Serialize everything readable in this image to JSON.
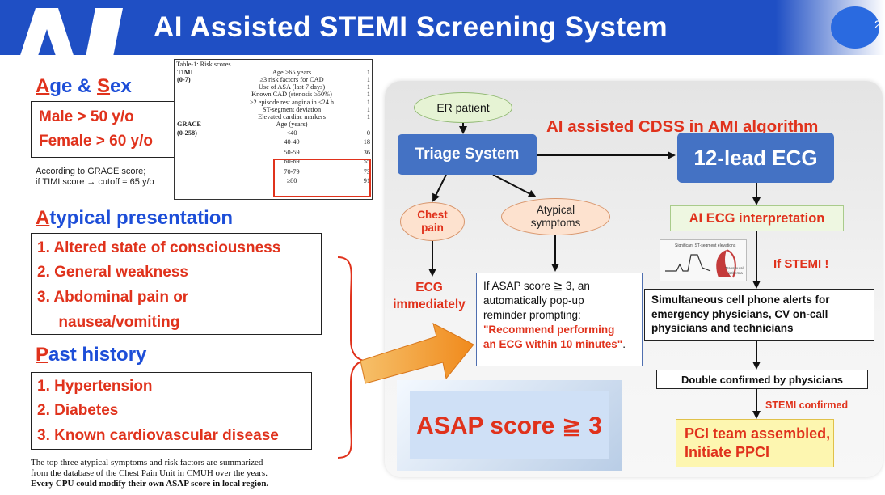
{
  "header": {
    "title": "AI Assisted STEMI Screening System",
    "slide_number": "2"
  },
  "age_sex": {
    "heading_first_a": "A",
    "heading_rest_a": "ge & ",
    "heading_first_b": "S",
    "heading_rest_b": "ex",
    "items": [
      "Male > 50 y/o",
      "Female > 60 y/o"
    ],
    "note_line1": "According to GRACE score;",
    "note_line2": "if TIMI score → cutoff = 65 y/o"
  },
  "risk_table": {
    "caption": "Table-1: Risk scores.",
    "rows": [
      {
        "c1": "TIMI",
        "c2": "Age ≥65 years",
        "c3": "1"
      },
      {
        "c1": "(0-7)",
        "c2": "≥3 risk factors for CAD",
        "c3": "1"
      },
      {
        "c1": "",
        "c2": "Use of ASA (last 7 days)",
        "c3": "1"
      },
      {
        "c1": "",
        "c2": "Known CAD (stenosis ≥50%)",
        "c3": "1"
      },
      {
        "c1": "",
        "c2": "≥2 episode rest angina in <24 h",
        "c3": "1"
      },
      {
        "c1": "",
        "c2": "ST-segment deviation",
        "c3": "1"
      },
      {
        "c1": "",
        "c2": "Elevated cardiac markers",
        "c3": "1"
      },
      {
        "c1": "GRACE",
        "c2": "Age (years)",
        "c3": ""
      },
      {
        "c1": "(0-258)",
        "c2": "<40",
        "c3": "0"
      },
      {
        "c1": "",
        "c2": "40-49",
        "c3": "18"
      },
      {
        "c1": "",
        "c2": "50-59",
        "c3": "36"
      },
      {
        "c1": "",
        "c2": "60-69",
        "c3": "55"
      },
      {
        "c1": "",
        "c2": "70-79",
        "c3": "73"
      },
      {
        "c1": "",
        "c2": "≥80",
        "c3": "91"
      }
    ]
  },
  "atypical": {
    "heading_first": "A",
    "heading_rest": "typical presentation",
    "items": [
      "1.  Altered state of consciousness",
      "2.  General weakness",
      "3.  Abdominal pain or",
      "     nausea/vomiting"
    ]
  },
  "past_history": {
    "heading_first": "P",
    "heading_rest": "ast history",
    "items": [
      "1.  Hypertension",
      "2.  Diabetes",
      "3.  Known cardiovascular disease"
    ]
  },
  "footnote": {
    "line1": "The top three atypical symptoms and risk factors are summarized",
    "line2": "from the database of the Chest Pain Unit in CMUH over the years.",
    "line3": "Every CPU could modify their own ASAP score in local region."
  },
  "flow": {
    "title": "AI assisted CDSS in AMI algorithm",
    "er_patient": "ER patient",
    "triage": "Triage System",
    "ecg12": "12-lead ECG",
    "chest_pain_1": "Chest",
    "chest_pain_2": "pain",
    "atypical_1": "Atypical",
    "atypical_2": "symptoms",
    "ecg_now_1": "ECG",
    "ecg_now_2": "immediately",
    "popup_1": "If ASAP score ≧ 3, an",
    "popup_2": "automatically pop-up",
    "popup_3": "reminder prompting:",
    "popup_4": "\"Recommend performing",
    "popup_5": "an ECG within 10 minutes\"",
    "popup_6": ".",
    "ai_interp": "AI ECG interpretation",
    "thumb_label_1": "Significant ST-segment elevations",
    "thumb_label_2": "Transmural",
    "thumb_label_3": "ischemia",
    "if_stemi": "If STEMI !",
    "alerts_1": "Simultaneous cell phone alerts for",
    "alerts_2": "emergency physicians, CV on-call",
    "alerts_3": "physicians and technicians",
    "double": "Double confirmed by physicians",
    "stemi_confirmed": "STEMI confirmed",
    "pci_1": "PCI team assembled,",
    "pci_2": "Initiate PPCI",
    "asap": "ASAP score ≧ 3"
  },
  "colors": {
    "banner": "#1f4fc4",
    "accent_red": "#e0321c",
    "heading_blue": "#1d4ed8",
    "box_blue": "#4472c4"
  }
}
